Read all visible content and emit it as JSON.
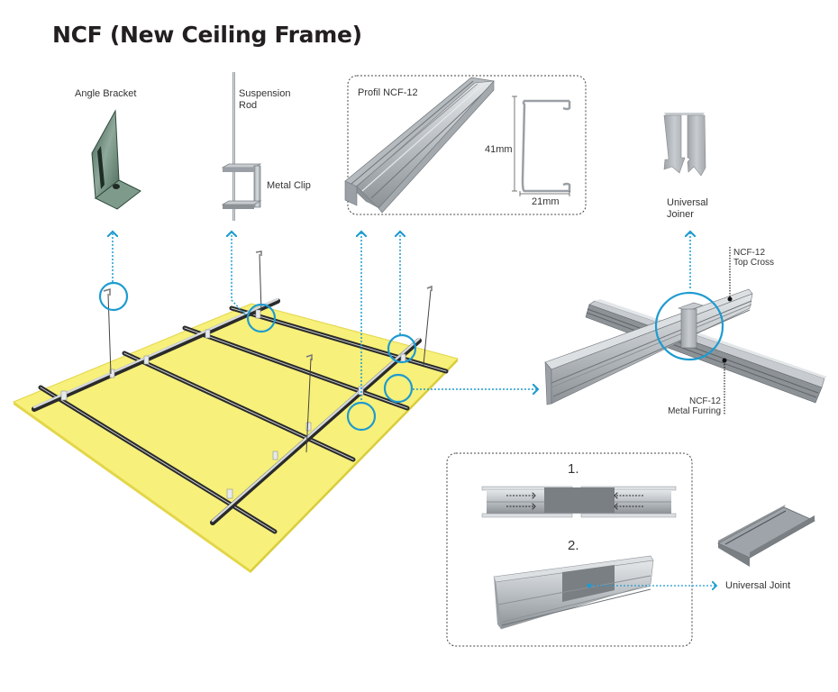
{
  "title": "NCF (New Ceiling Frame)",
  "colors": {
    "board": "#f7f07a",
    "board_edge": "#e8dc4a",
    "callout": "#1e9bd0",
    "metal_light": "#d5d9dc",
    "metal_mid": "#a9aeb2",
    "metal_dark": "#6b7075",
    "rail_dark": "#2a2a2a",
    "bracket_green": "#5d7d6e"
  },
  "components": {
    "angle_bracket": {
      "label": "Angle Bracket",
      "icon": "angle-bracket-icon"
    },
    "suspension_rod": {
      "label_line1": "Suspension",
      "label_line2": "Rod",
      "icon": "suspension-rod-icon"
    },
    "metal_clip": {
      "label": "Metal Clip",
      "icon": "metal-clip-icon"
    },
    "profile": {
      "label": "Profil NCF-12",
      "height_dim": "41mm",
      "width_dim": "21mm",
      "icon": "c-channel-profile-icon"
    },
    "universal_joiner": {
      "label_line1": "Universal",
      "label_line2": "Joiner",
      "icon": "universal-joiner-icon"
    }
  },
  "cross_detail": {
    "top_cross_line1": "NCF-12",
    "top_cross_line2": "Top Cross",
    "furring_line1": "NCF-12",
    "furring_line2": "Metal Furring"
  },
  "joint_steps": {
    "step1": "1.",
    "step2": "2.",
    "joint_label": "Universal Joint"
  }
}
